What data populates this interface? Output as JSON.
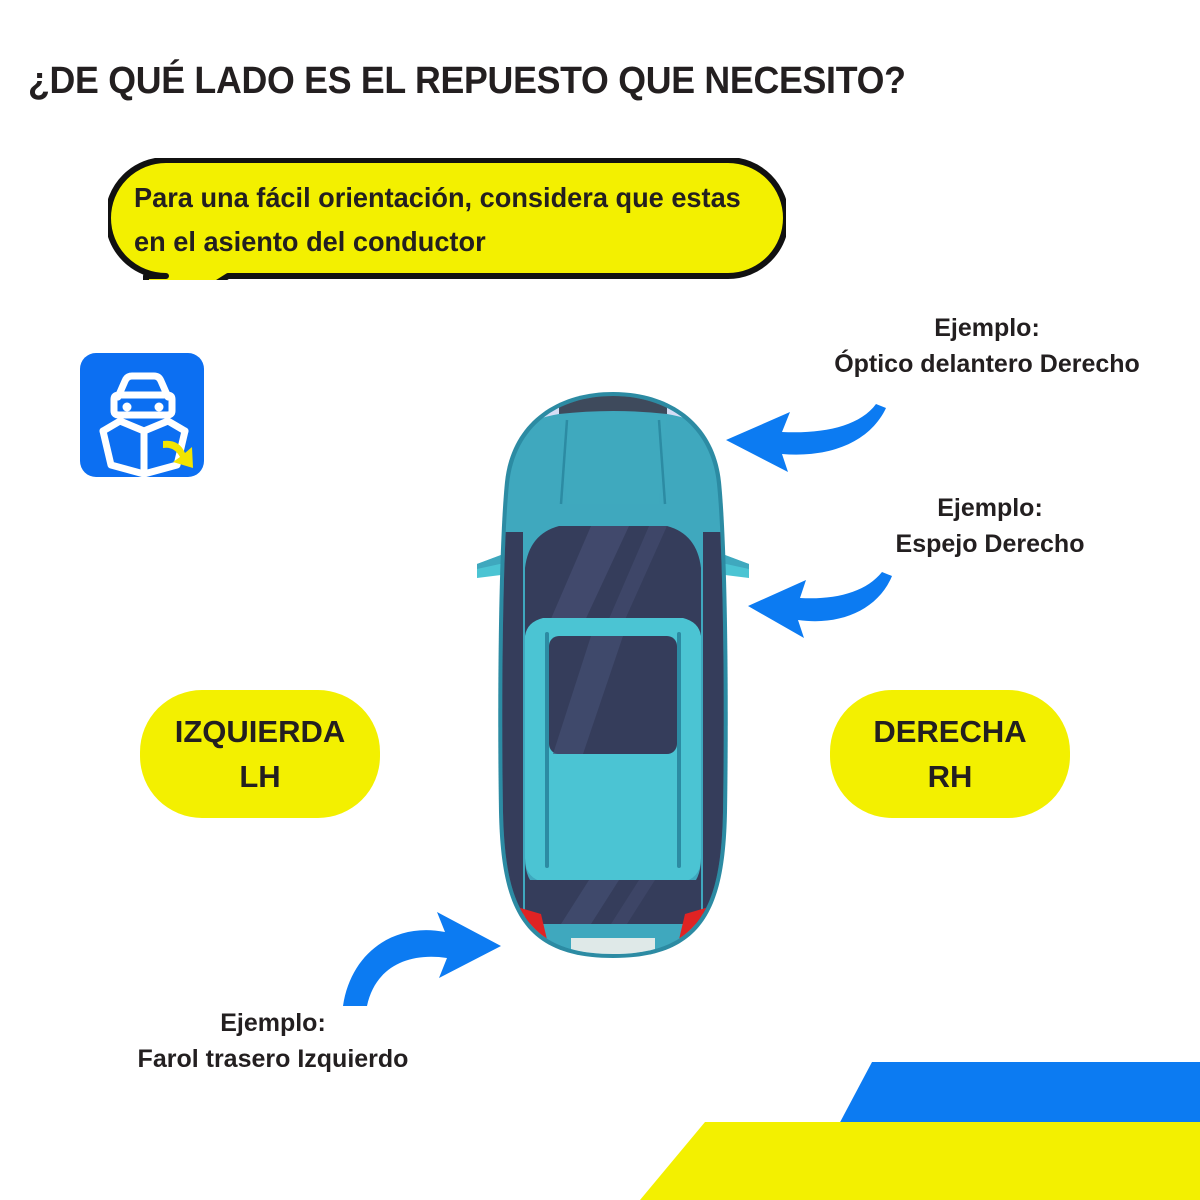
{
  "page": {
    "title": "¿DE QUÉ LADO ES EL REPUESTO QUE NECESITO?",
    "background_color": "#ffffff"
  },
  "speech_bubble": {
    "text": "Para una fácil orientación, considera que estas en el asiento del conductor",
    "fill_color": "#f3f000",
    "stroke_color": "#000000"
  },
  "box_icon": {
    "name": "car-part-box-icon",
    "background_color": "#0c6ff2",
    "glyph_color": "#ffffff",
    "arrow_color": "#f3e500"
  },
  "car": {
    "name": "car-top-view",
    "body_color": "#3fa8be",
    "body_dark_color": "#2c8ba3",
    "roof_color": "#4bc4d3",
    "glass_color": "#353d5b",
    "glass_highlight_color": "#454e72",
    "headlight_color": "#d6ddf5",
    "turn_signal_color": "#e9a227",
    "taillight_color": "#e02323",
    "plate_color": "#dfe9e8",
    "front_bumper_color": "#3e4a5c"
  },
  "arrows": [
    {
      "name": "arrow-to-front-right-headlight",
      "color": "#0c7bf2",
      "direction": "left"
    },
    {
      "name": "arrow-to-right-mirror",
      "color": "#0c7bf2",
      "direction": "left"
    },
    {
      "name": "arrow-to-rear-left-taillight",
      "color": "#0c7bf2",
      "direction": "right"
    }
  ],
  "labels": {
    "front_right": "Ejemplo:\nÓptico delantero Derecho",
    "mirror_right": "Ejemplo:\nEspejo Derecho",
    "rear_left": "Ejemplo:\nFarol trasero Izquierdo"
  },
  "side_pills": {
    "left": {
      "line1": "IZQUIERDA",
      "line2": "LH",
      "color": "#f3f000"
    },
    "right": {
      "line1": "DERECHA",
      "line2": "RH",
      "color": "#f3f000"
    }
  },
  "ribbons": {
    "blue_color": "#0c7bf2",
    "yellow_color": "#f3f000"
  }
}
